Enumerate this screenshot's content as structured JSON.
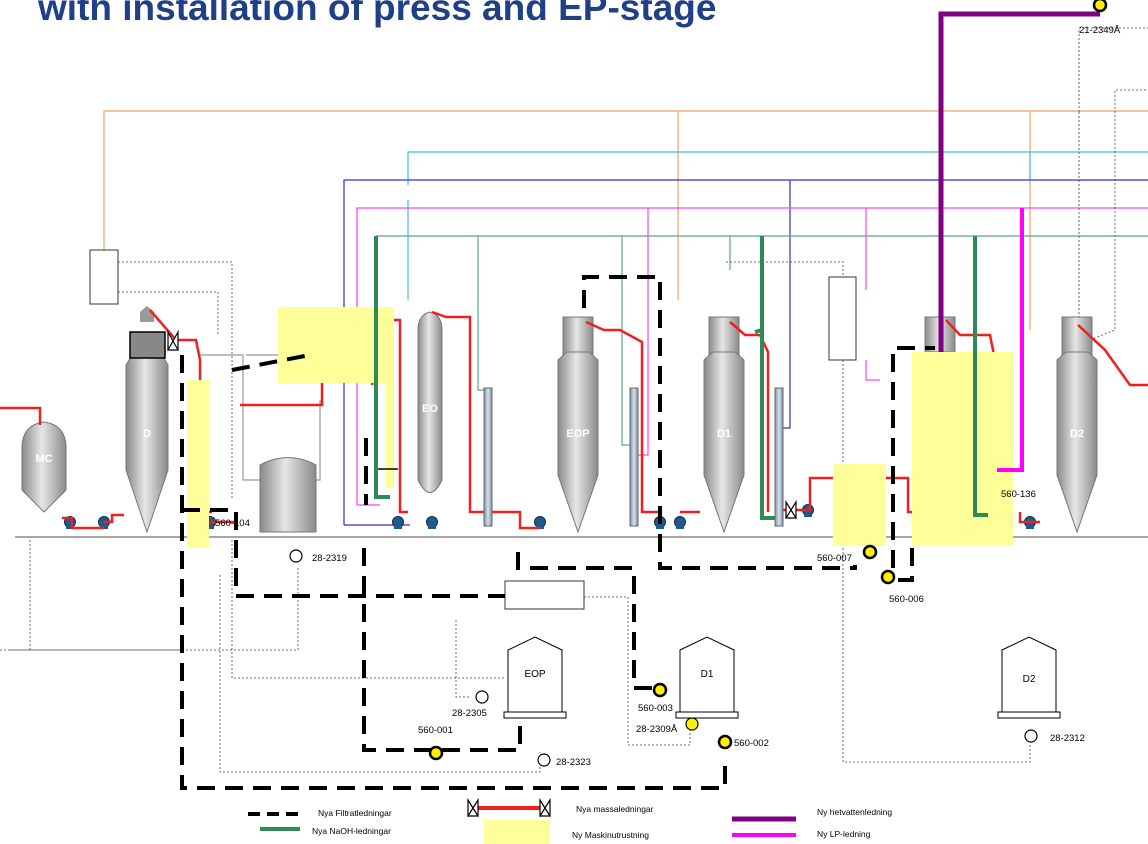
{
  "title": "with installation of press and EP-stage",
  "vessels": {
    "mc": "MC",
    "d": "D",
    "eo": "EO",
    "eop": "EOP",
    "d1": "D1",
    "d2": "D2"
  },
  "tanks": {
    "eop": "EOP",
    "d1": "D1",
    "d2": "D2"
  },
  "tags": {
    "t28_2319": "28-2319",
    "t560_104": "560-104",
    "t21_2349": "21-2349Å",
    "t560_136": "560-136",
    "t560_007": "560-007",
    "t560_006": "560-006",
    "t560_003": "560-003",
    "t28_2305": "28-2305",
    "t560_001": "560-001",
    "t28_2309": "28-2309Å",
    "t560_002": "560-002",
    "t28_2323": "28-2323",
    "t28_2312": "28-2312"
  },
  "legend": {
    "filtrate": "Nya Filtratledningar",
    "naoh": "Nya NaOH-ledningar",
    "pulp": "Nya massaledningar",
    "machinery": "Ny Maskinutrustning",
    "hotwater": "Ny hetvattenledning",
    "lp": "Ny LP-ledning"
  },
  "colors": {
    "title": "#1f3f87",
    "filtrate": "#000000",
    "naoh": "#2e8b57",
    "pulp": "#ff0000",
    "machinery": "#ffff99",
    "hotwater": "#800080",
    "lp": "#ff00ff",
    "valve_new": "#ffee00"
  }
}
